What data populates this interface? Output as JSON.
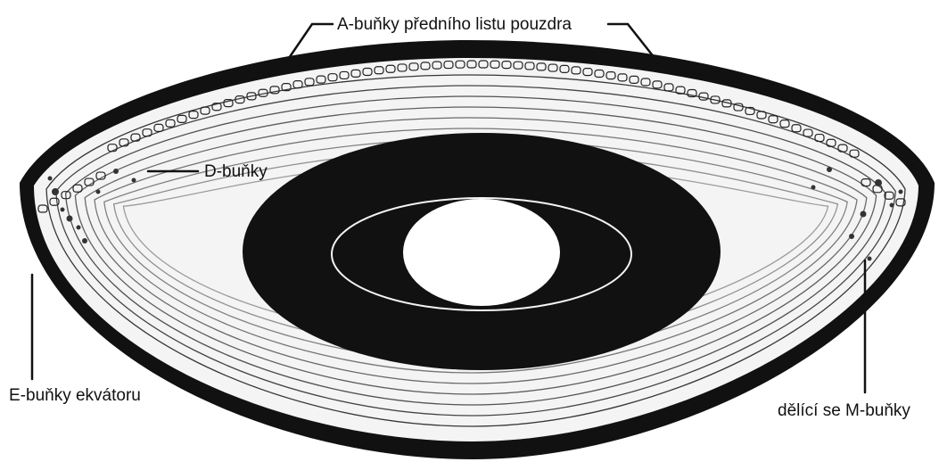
{
  "labels": {
    "a_cells": "A-buňky předního listu pouzdra",
    "d_cells": "D-buňky",
    "e_cells": "E-buňky ekvátoru",
    "m_cells": "dělící se M-buňky"
  },
  "colors": {
    "background": "#ffffff",
    "capsule": "#111111",
    "ink": "#111111",
    "lens_fill": "#f4f4f4"
  }
}
